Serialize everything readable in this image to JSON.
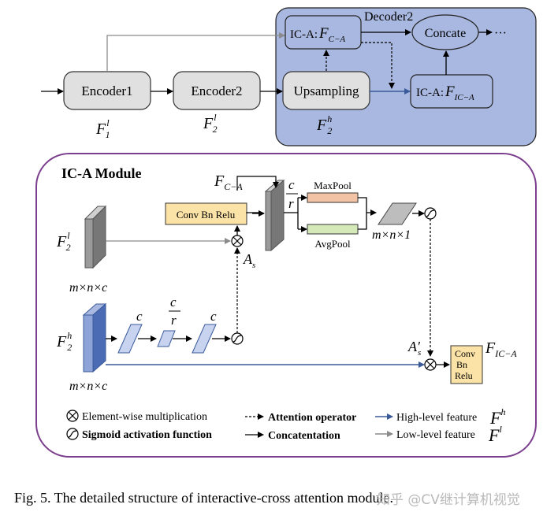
{
  "top": {
    "encoder1": "Encoder1",
    "encoder2": "Encoder2",
    "upsampling": "Upsampling",
    "decoder2": "Decoder2",
    "concate": "Concate",
    "ica_prefix": "IC-A:",
    "ellipsis": "···",
    "f1": "F",
    "f1_sup": "l",
    "f1_sub": "1",
    "f2": "F",
    "f2_sup": "l",
    "f2_sub": "2",
    "f2h": "F",
    "f2h_sup": "h",
    "f2h_sub": "2",
    "fca": "F",
    "fca_sub": "C−A",
    "fica": "F",
    "fica_sub": "IC−A"
  },
  "module": {
    "title": "IC-A Module",
    "conv": "Conv  Bn  Relu",
    "maxpool": "MaxPool",
    "avgpool": "AvgPool",
    "mn1": "m×n×1",
    "dims_low": "m×n×c",
    "dims_high": "m×n×c",
    "c": "c",
    "r": "r",
    "as": "A",
    "as_sub": "s",
    "asp": "A′",
    "asp_sub": "s",
    "f2l": "F",
    "f2l_sup": "l",
    "f2l_sub": "2",
    "f2h": "F",
    "f2h_sup": "h",
    "f2h_sub": "2",
    "fca": "F",
    "fca_sub": "C−A",
    "fica": "F",
    "fica_sub": "IC−A",
    "conv_small_1": "Conv",
    "conv_small_2": "Bn",
    "conv_small_3": "Relu"
  },
  "legend": {
    "mult": "Element-wise multiplication",
    "sigmoid": "Sigmoid activation function",
    "attention": "Attention operator",
    "concat": "Concatentation",
    "high": "High-level feature",
    "low": "Low-level feature",
    "fh": "F",
    "fh_sup": "h",
    "fl": "F",
    "fl_sup": "l"
  },
  "caption": "Fig. 5.  The detailed structure of interactive-cross attention module.",
  "watermark": "知乎 @CV继计算机视觉",
  "colors": {
    "decoder_bg": "#a9b8e0",
    "box_gray": "#e0e0e0",
    "conv_fill": "#fbe3a8",
    "maxpool_fill": "#f3c3a6",
    "avgpool_fill": "#d4e8b8",
    "module_border": "#7b3f8e",
    "high_line": "#3a5a9b"
  }
}
